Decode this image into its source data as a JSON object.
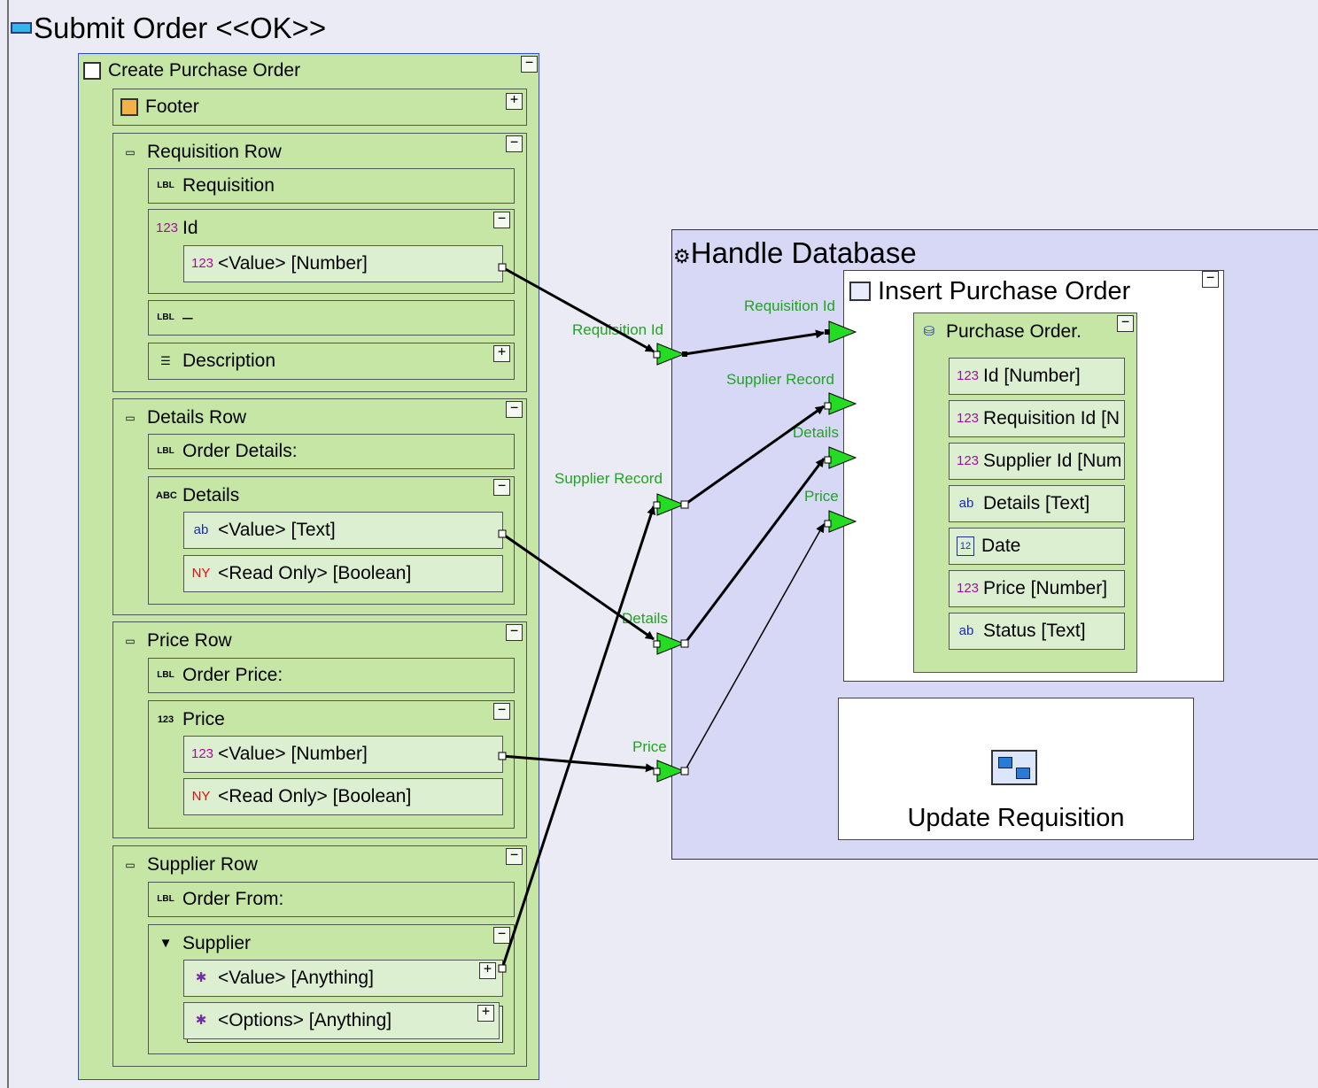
{
  "diagram": {
    "title": "Submit Order <<OK>>",
    "form": {
      "title": "Create Purchase Order",
      "footer": "Footer",
      "requisition_row": {
        "title": "Requisition Row",
        "label": "Requisition",
        "id": "Id",
        "id_value": "<Value> [Number]",
        "dash_label": "–",
        "description": "Description"
      },
      "details_row": {
        "title": "Details Row",
        "label": "Order Details:",
        "details": "Details",
        "value": "<Value> [Text]",
        "read_only": "<Read Only> [Boolean]"
      },
      "price_row": {
        "title": "Price Row",
        "label": "Order Price:",
        "price": "Price",
        "value": "<Value> [Number]",
        "read_only": "<Read Only> [Boolean]"
      },
      "supplier_row": {
        "title": "Supplier Row",
        "label": "Order From:",
        "supplier": "Supplier",
        "value": "<Value> [Anything]",
        "options": "<Options> [Anything]"
      }
    },
    "handle_database": {
      "title": "Handle Database",
      "input_ports": [
        "Requisition Id",
        "Supplier Record",
        "Details",
        "Price"
      ],
      "insert": {
        "title": "Insert Purchase Order",
        "ports": [
          "Requisition Id",
          "Supplier Record",
          "Details",
          "Price"
        ],
        "record": {
          "title": "Purchase Order.",
          "fields": [
            "Id [Number]",
            "Requisition Id [N",
            "Supplier Id [Num",
            "Details [Text]",
            "Date",
            "Price [Number]",
            "Status [Text]"
          ]
        }
      },
      "update": "Update Requisition"
    },
    "icons": {
      "toggle_minus": "−",
      "toggle_plus": "+",
      "label_icon": "LBL",
      "text_icon": "ab",
      "number_icon": "123",
      "boolean_icon": "NY",
      "anything_icon": "✱",
      "dropdown_icon": "▼"
    },
    "colors": {
      "form_fill": "#c6e6a6",
      "field_fill": "#ddefd1",
      "process_fill": "#d7d7f6",
      "port_green": "#22dd22",
      "port_label": "#1fa51f"
    }
  }
}
